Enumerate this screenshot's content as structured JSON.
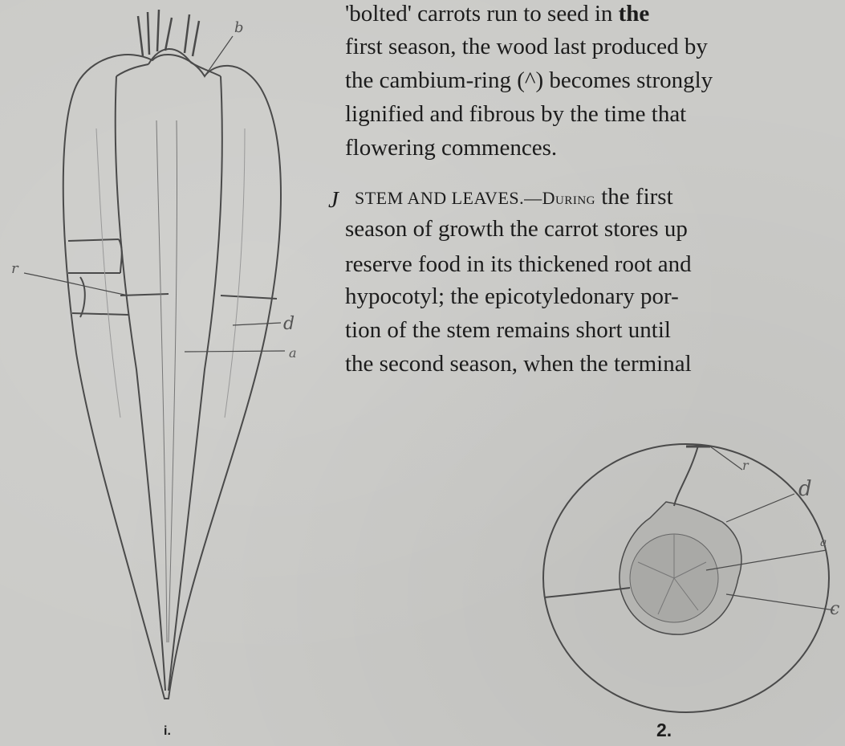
{
  "text": {
    "lines": [
      {
        "a": "'bolted' carrots run  to  seed in ",
        "b": "the"
      },
      {
        "a": "first season, the wood last produced by"
      },
      {
        "a": "the cambium-ring (^) becomes strongly"
      },
      {
        "a": "lignified  and  fibrous  by the  time that"
      },
      {
        "a": "flowering commences."
      },
      {
        "sc": "STEM AND LEAVES.—During",
        "a": " the first"
      },
      {
        "a": "season of growth  the  carrot  stores  up"
      },
      {
        "a": "reserve  food in its thickened root and"
      },
      {
        "a": "hypocotyl;  the  epicotyledonary  por-"
      },
      {
        "a": "tion  of  the  stem  remains  short  until"
      },
      {
        "a": "the  second  season,  when  the  terminal"
      }
    ],
    "margin_mark": "J"
  },
  "figures": {
    "fig1": {
      "caption": "i.",
      "labels": {
        "b": "b",
        "r": "r",
        "d": "d",
        "a": "a"
      }
    },
    "fig2": {
      "caption": "2.",
      "labels": {
        "r": "r",
        "d": "d",
        "a": "a",
        "c": "c"
      }
    }
  }
}
